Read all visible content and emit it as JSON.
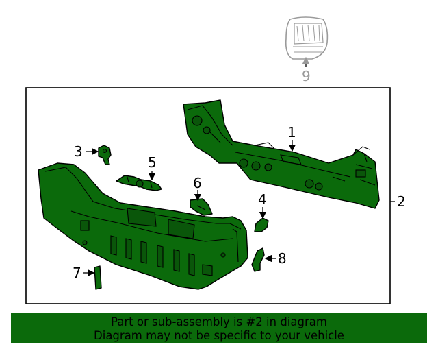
{
  "diagram": {
    "callouts": {
      "c1": "1",
      "c2": "2",
      "c3": "3",
      "c4": "4",
      "c5": "5",
      "c6": "6",
      "c7": "7",
      "c8": "8",
      "c9": "9"
    },
    "part_fill": "#0b6a0b",
    "inactive_color": "#9a9a9a"
  },
  "banner": {
    "line1": "Part or sub-assembly is #2 in diagram",
    "line2": "Diagram may not be specific to your vehicle",
    "color": "#0b6a0b"
  }
}
